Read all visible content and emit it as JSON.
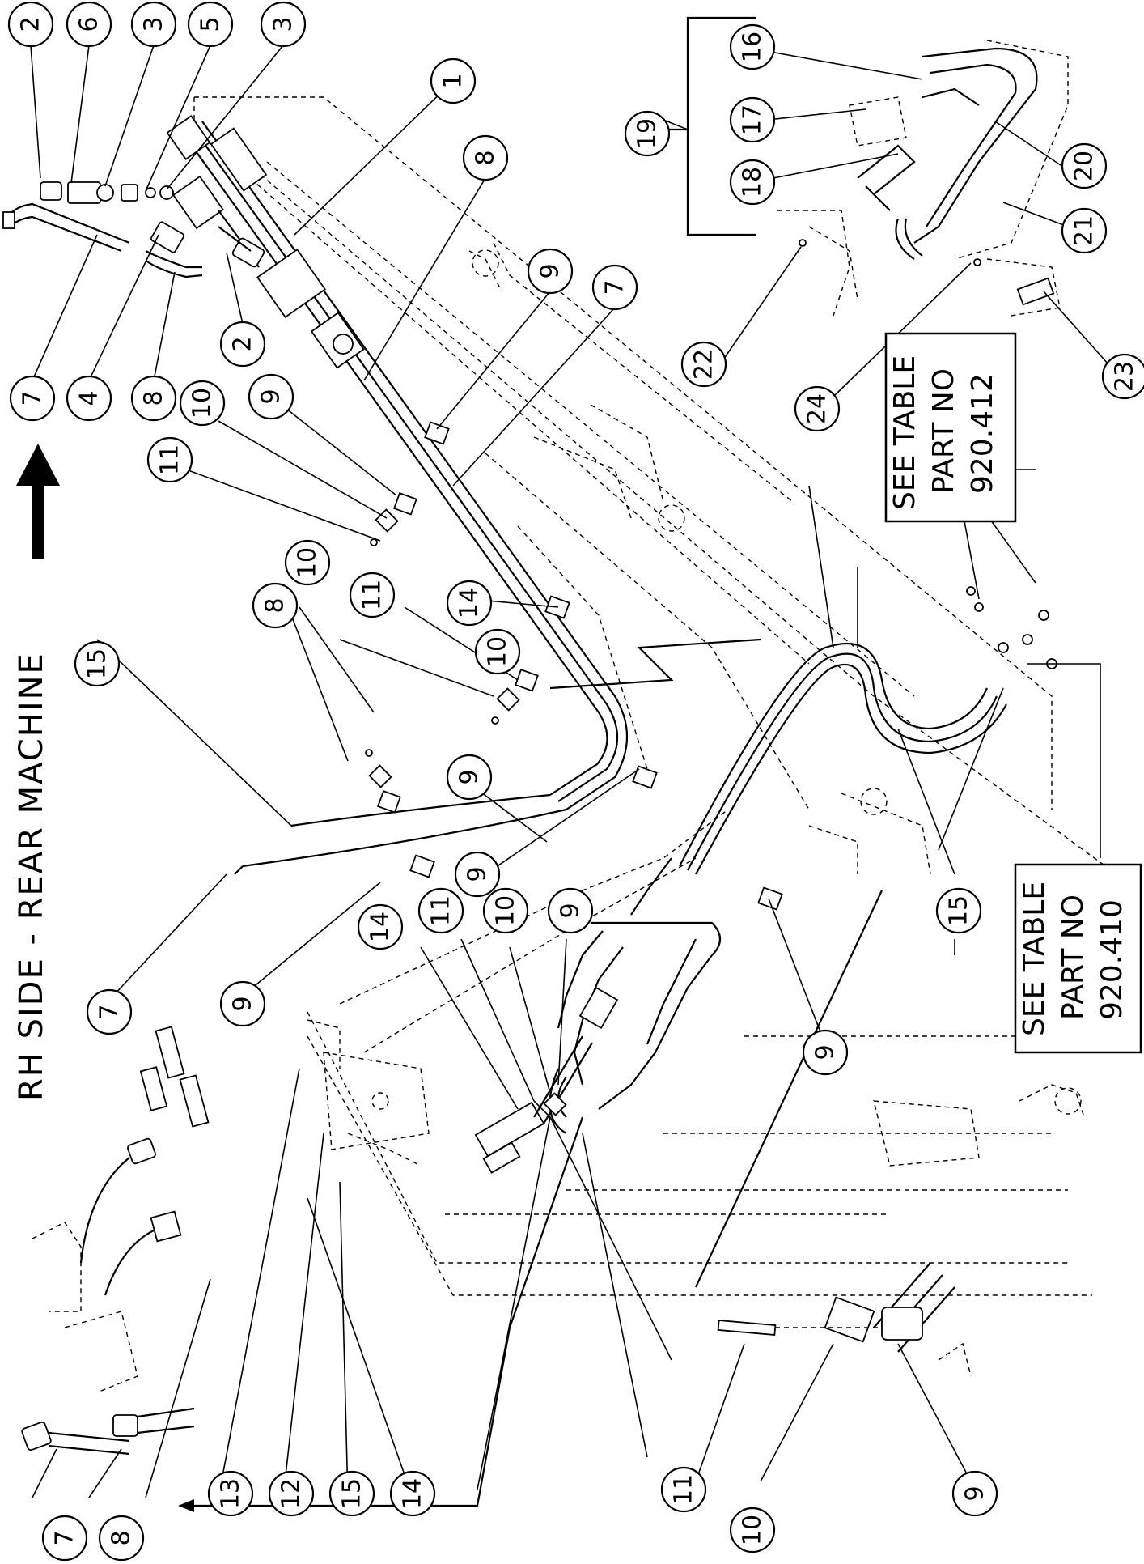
{
  "title": "RH SIDE - REAR MACHINE",
  "notes": [
    {
      "id": "see-table-412",
      "lines": [
        "SEE TABLE",
        "PART NO",
        "920.412"
      ]
    },
    {
      "id": "see-table-410",
      "lines": [
        "SEE TABLE",
        "PART NO",
        "920.410"
      ]
    }
  ],
  "balloons": [
    "2",
    "6",
    "3",
    "5",
    "3",
    "1",
    "7",
    "4",
    "8",
    "2",
    "8",
    "9",
    "7",
    "16",
    "17",
    "18",
    "19",
    "20",
    "21",
    "22",
    "24",
    "23",
    "11",
    "10",
    "9",
    "8",
    "10",
    "11",
    "10",
    "9",
    "9",
    "14",
    "15",
    "7",
    "9",
    "14",
    "11",
    "10",
    "9",
    "9",
    "15",
    "7",
    "8",
    "13",
    "12",
    "15",
    "14",
    "11",
    "10",
    "9"
  ]
}
